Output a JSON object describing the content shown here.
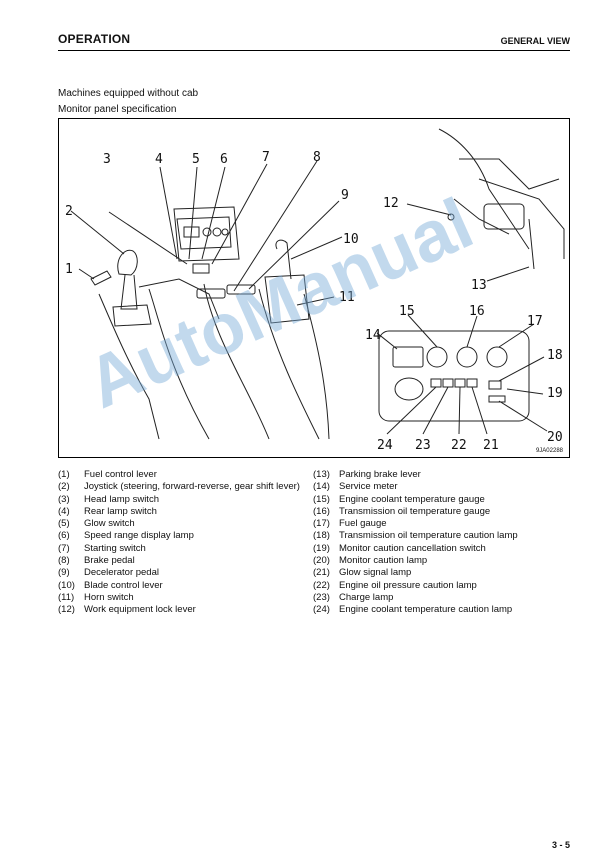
{
  "header": {
    "section": "OPERATION",
    "page_title": "GENERAL VIEW"
  },
  "intro": {
    "line1": "Machines equipped without cab",
    "line2": "Monitor panel specification"
  },
  "figure": {
    "code": "9JA02288",
    "callouts": [
      "1",
      "2",
      "3",
      "4",
      "5",
      "6",
      "7",
      "8",
      "9",
      "10",
      "11",
      "12",
      "13",
      "14",
      "15",
      "16",
      "17",
      "18",
      "19",
      "20",
      "21",
      "22",
      "23",
      "24"
    ]
  },
  "legend_left": [
    {
      "num": "(1)",
      "text": "Fuel control lever"
    },
    {
      "num": "(2)",
      "text": "Joystick (steering, forward-reverse, gear shift lever)"
    },
    {
      "num": "(3)",
      "text": "Head lamp switch"
    },
    {
      "num": "(4)",
      "text": "Rear lamp switch"
    },
    {
      "num": "(5)",
      "text": "Glow switch"
    },
    {
      "num": "(6)",
      "text": "Speed range display lamp"
    },
    {
      "num": "(7)",
      "text": "Starting switch"
    },
    {
      "num": "(8)",
      "text": "Brake pedal"
    },
    {
      "num": "(9)",
      "text": "Decelerator pedal"
    },
    {
      "num": "(10)",
      "text": "Blade control lever"
    },
    {
      "num": "(11)",
      "text": "Horn switch"
    },
    {
      "num": "(12)",
      "text": "Work equipment lock lever"
    }
  ],
  "legend_right": [
    {
      "num": "(13)",
      "text": "Parking brake lever"
    },
    {
      "num": "(14)",
      "text": "Service meter"
    },
    {
      "num": "(15)",
      "text": "Engine coolant temperature gauge"
    },
    {
      "num": "(16)",
      "text": "Transmission oil temperature gauge"
    },
    {
      "num": "(17)",
      "text": "Fuel gauge"
    },
    {
      "num": "(18)",
      "text": "Transmission oil temperature caution lamp"
    },
    {
      "num": "(19)",
      "text": "Monitor caution cancellation switch"
    },
    {
      "num": "(20)",
      "text": "Monitor caution lamp"
    },
    {
      "num": "(21)",
      "text": "Glow signal lamp"
    },
    {
      "num": "(22)",
      "text": "Engine oil pressure caution lamp"
    },
    {
      "num": "(23)",
      "text": "Charge lamp"
    },
    {
      "num": "(24)",
      "text": "Engine coolant temperature caution lamp"
    }
  ],
  "watermark": "AutoManual",
  "page_number": "3 - 5"
}
